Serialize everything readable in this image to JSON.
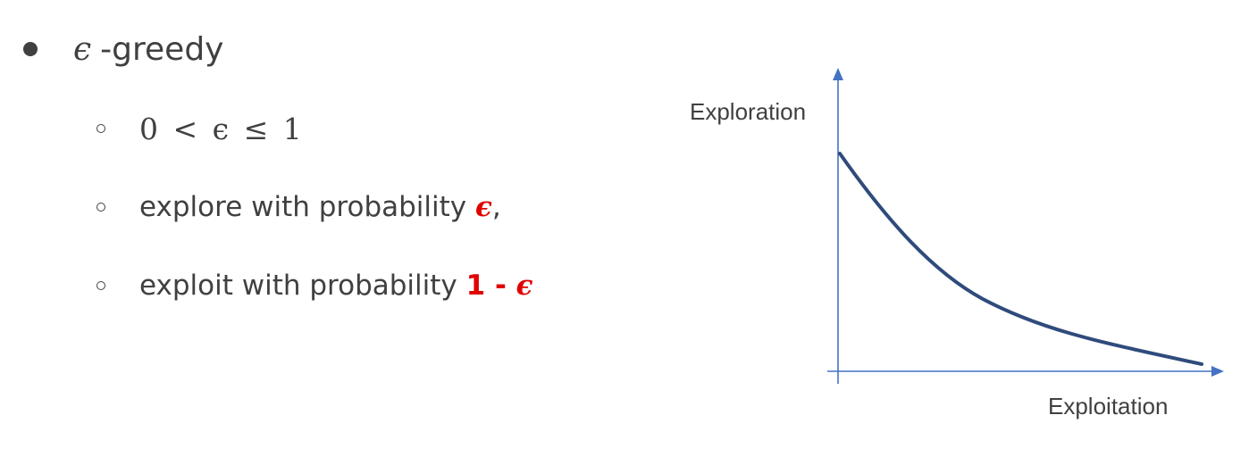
{
  "bullets": {
    "main": {
      "symbol": "ϵ",
      "text": "-greedy"
    },
    "items": [
      {
        "math": "0 < ϵ ≤ 1"
      },
      {
        "text": "explore with probability ",
        "highlight": "ϵ",
        "suffix": ","
      },
      {
        "text": "exploit with probability ",
        "highlight_num": "1 - ",
        "highlight_eps": "ϵ"
      }
    ]
  },
  "diagram": {
    "y_label": "Exploration",
    "x_label": "Exploitation",
    "axis_color": "#4472c4",
    "curve_color": "#2f4b7c",
    "curve": "decreasing (exponential decay)"
  },
  "colors": {
    "text": "#404040",
    "highlight": "#e00000"
  }
}
